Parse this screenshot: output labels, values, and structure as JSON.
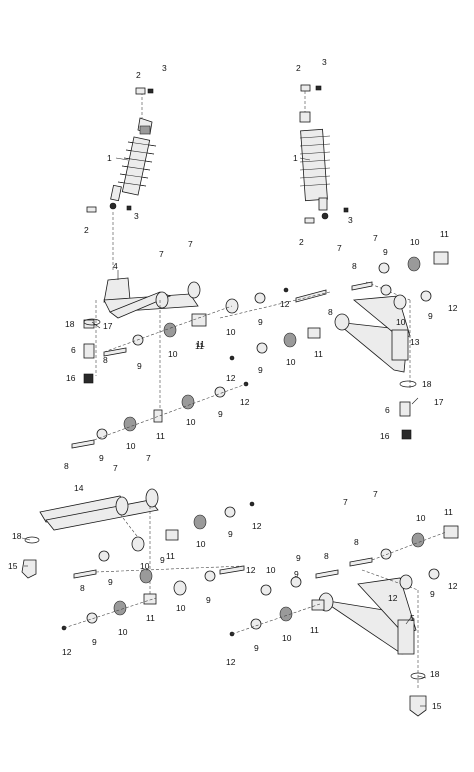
{
  "callouts": [
    {
      "id": "c1",
      "text": "2"
    },
    {
      "id": "c2",
      "text": "3"
    },
    {
      "id": "c3",
      "text": "1"
    },
    {
      "id": "c4",
      "text": "3"
    },
    {
      "id": "c5",
      "text": "2"
    },
    {
      "id": "c6",
      "text": "2"
    },
    {
      "id": "c7",
      "text": "3"
    },
    {
      "id": "c8",
      "text": "1"
    },
    {
      "id": "c9",
      "text": "2"
    },
    {
      "id": "c10",
      "text": "3"
    },
    {
      "id": "c11",
      "text": "4"
    },
    {
      "id": "c12",
      "text": "7"
    },
    {
      "id": "c13",
      "text": "7"
    },
    {
      "id": "c14",
      "text": "7"
    },
    {
      "id": "c15",
      "text": "7"
    },
    {
      "id": "c16",
      "text": "10"
    },
    {
      "id": "c17",
      "text": "11"
    },
    {
      "id": "c18",
      "text": "8"
    },
    {
      "id": "c19",
      "text": "9"
    },
    {
      "id": "c20",
      "text": "12"
    },
    {
      "id": "c21",
      "text": "8"
    },
    {
      "id": "c22",
      "text": "12"
    },
    {
      "id": "c23",
      "text": "9"
    },
    {
      "id": "c24",
      "text": "10"
    },
    {
      "id": "c25",
      "text": "9"
    },
    {
      "id": "c26",
      "text": "10"
    },
    {
      "id": "c27",
      "text": "11"
    },
    {
      "id": "c28",
      "text": "13"
    },
    {
      "id": "c29",
      "text": "18"
    },
    {
      "id": "c30",
      "text": "17"
    },
    {
      "id": "c31",
      "text": "6"
    },
    {
      "id": "c32",
      "text": "16"
    },
    {
      "id": "c33",
      "text": "8"
    },
    {
      "id": "c34",
      "text": "9"
    },
    {
      "id": "c35",
      "text": "10"
    },
    {
      "id": "c36",
      "text": "11"
    },
    {
      "id": "c37",
      "text": "12"
    },
    {
      "id": "c38",
      "text": "9"
    },
    {
      "id": "c39",
      "text": "10"
    },
    {
      "id": "c40",
      "text": "11"
    },
    {
      "id": "c41",
      "text": "18"
    },
    {
      "id": "c42",
      "text": "17"
    },
    {
      "id": "c43",
      "text": "6"
    },
    {
      "id": "c44",
      "text": "16"
    },
    {
      "id": "c45",
      "text": "12"
    },
    {
      "id": "c46",
      "text": "9"
    },
    {
      "id": "c47",
      "text": "10"
    },
    {
      "id": "c48",
      "text": "8"
    },
    {
      "id": "c49",
      "text": "9"
    },
    {
      "id": "c50",
      "text": "10"
    },
    {
      "id": "c51",
      "text": "11"
    },
    {
      "id": "c52",
      "text": "9"
    },
    {
      "id": "c53",
      "text": "12"
    },
    {
      "id": "c54",
      "text": "7"
    },
    {
      "id": "c55",
      "text": "7"
    },
    {
      "id": "c56",
      "text": "14"
    },
    {
      "id": "c57",
      "text": "18"
    },
    {
      "id": "c58",
      "text": "15"
    },
    {
      "id": "c59",
      "text": "10"
    },
    {
      "id": "c60",
      "text": "9"
    },
    {
      "id": "c61",
      "text": "12"
    },
    {
      "id": "c62",
      "text": "11"
    },
    {
      "id": "c63",
      "text": "10"
    },
    {
      "id": "c64",
      "text": "8"
    },
    {
      "id": "c65",
      "text": "9"
    },
    {
      "id": "c66",
      "text": "9"
    },
    {
      "id": "c67",
      "text": "10"
    },
    {
      "id": "c68",
      "text": "11"
    },
    {
      "id": "c69",
      "text": "12"
    },
    {
      "id": "c70",
      "text": "9"
    },
    {
      "id": "c71",
      "text": "10"
    },
    {
      "id": "c72",
      "text": "7"
    },
    {
      "id": "c73",
      "text": "7"
    },
    {
      "id": "c74",
      "text": "9"
    },
    {
      "id": "c75",
      "text": "8"
    },
    {
      "id": "c76",
      "text": "10"
    },
    {
      "id": "c77",
      "text": "9"
    },
    {
      "id": "c78",
      "text": "8"
    },
    {
      "id": "c79",
      "text": "10"
    },
    {
      "id": "c80",
      "text": "11"
    },
    {
      "id": "c81",
      "text": "12"
    },
    {
      "id": "c82",
      "text": "9"
    },
    {
      "id": "c83",
      "text": "11"
    },
    {
      "id": "c84",
      "text": "10"
    },
    {
      "id": "c85",
      "text": "9"
    },
    {
      "id": "c86",
      "text": "12"
    },
    {
      "id": "c87",
      "text": "5"
    },
    {
      "id": "c88",
      "text": "18"
    },
    {
      "id": "c89",
      "text": "15"
    },
    {
      "id": "c90",
      "text": "12"
    }
  ]
}
